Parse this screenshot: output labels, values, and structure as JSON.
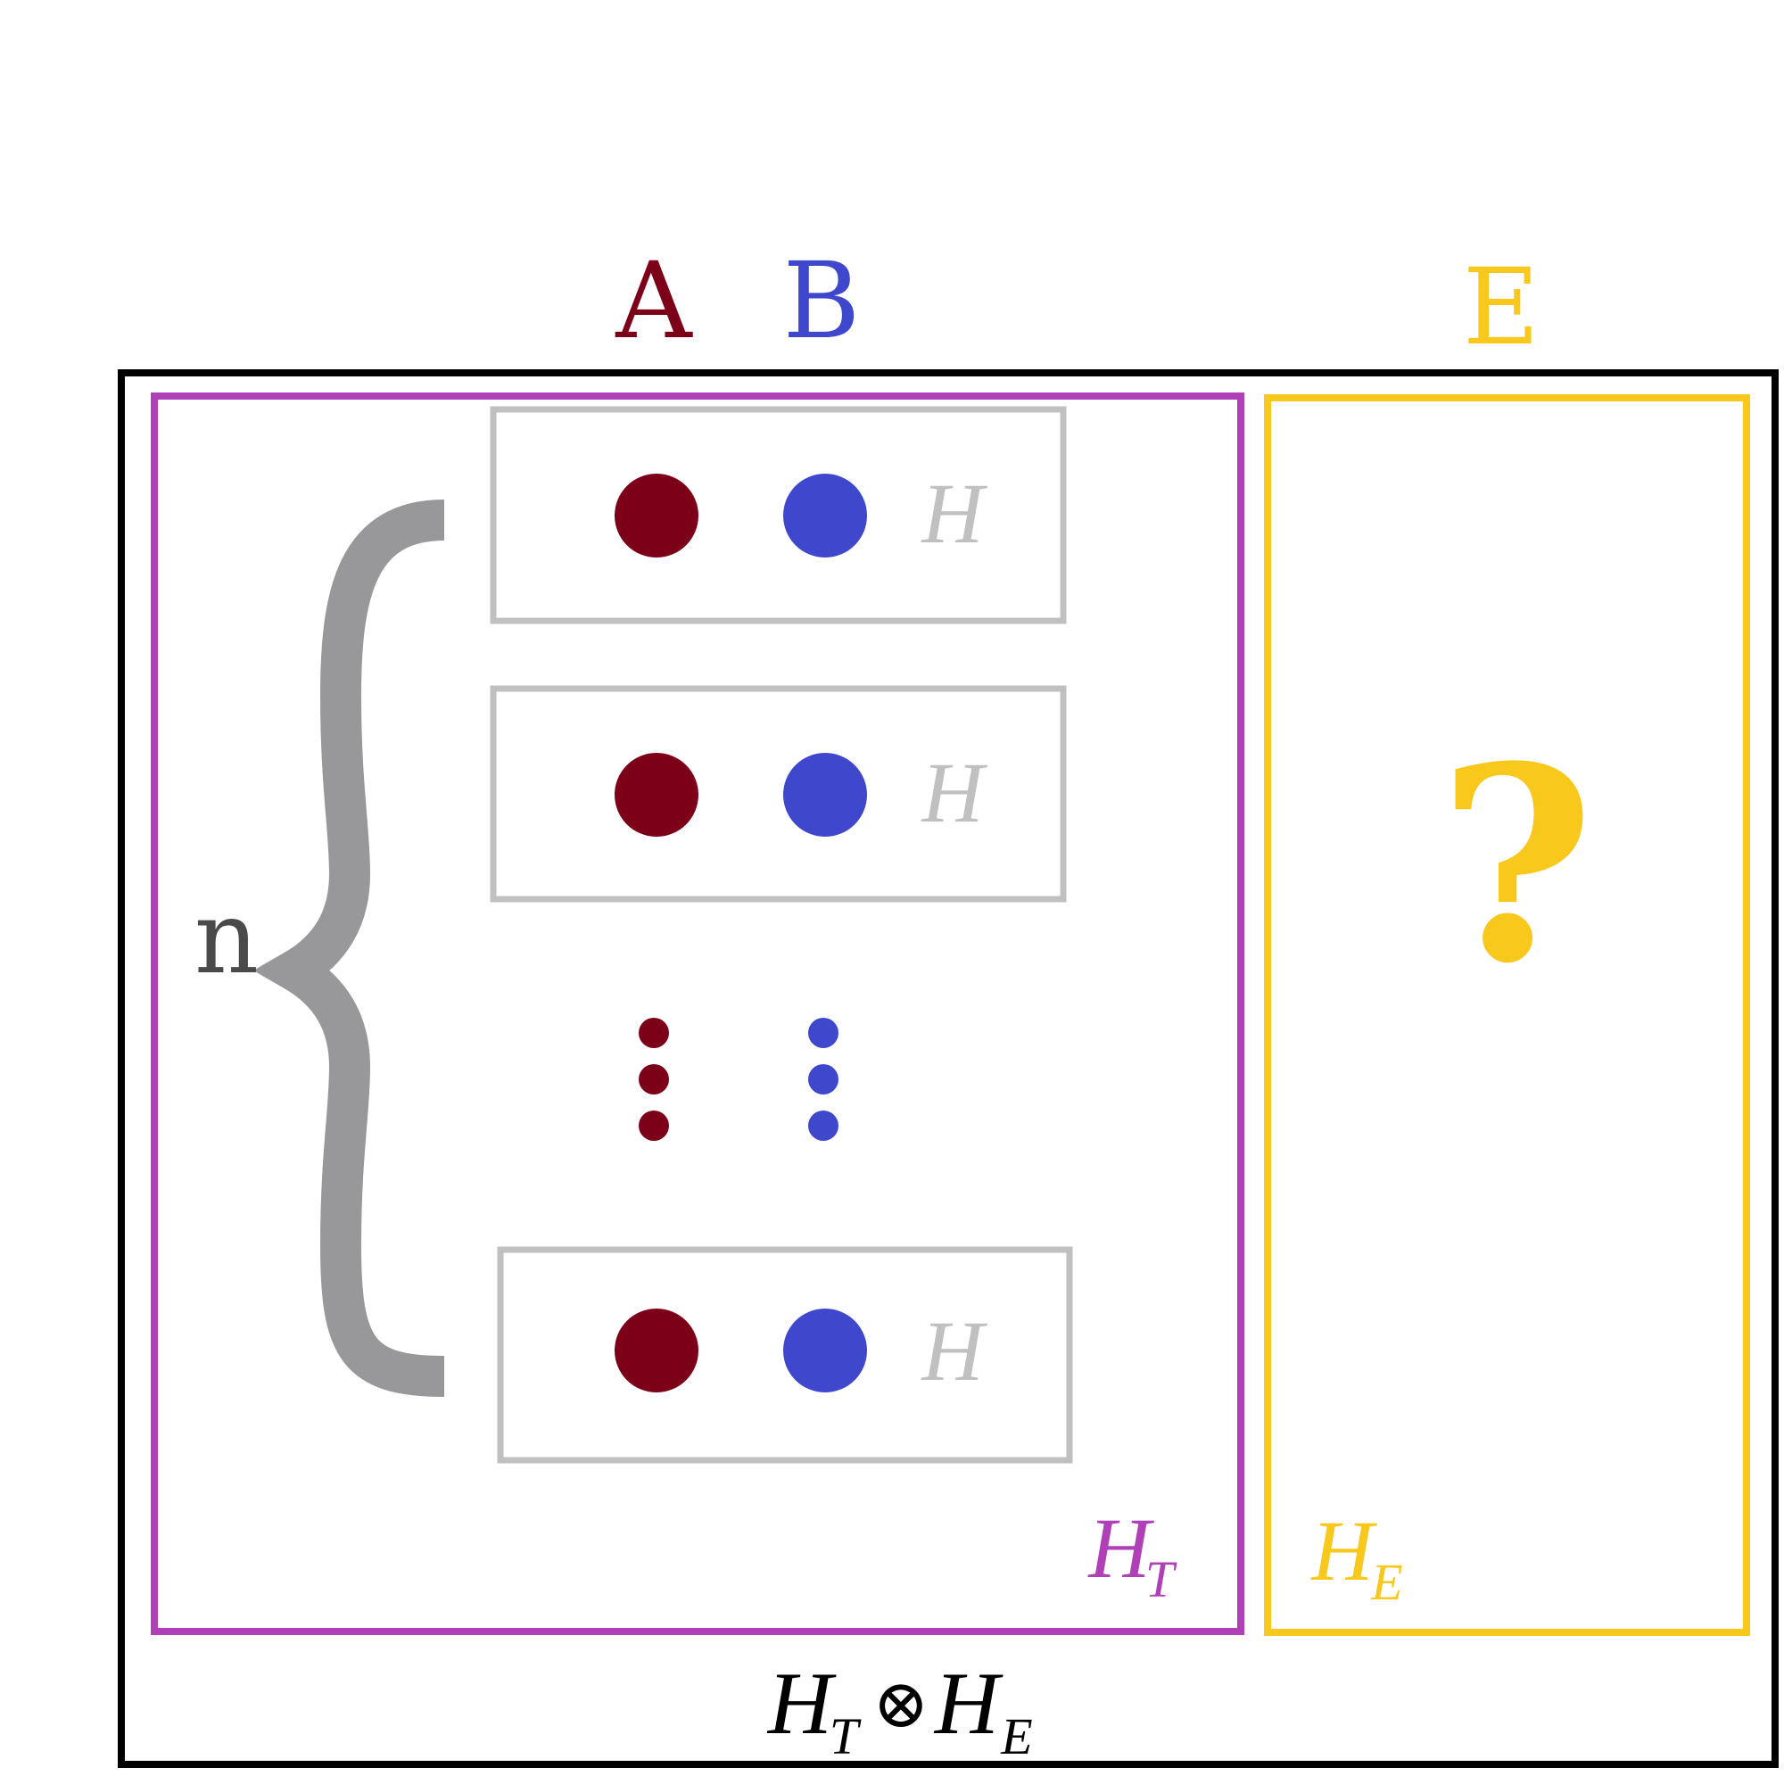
{
  "labels": {
    "party_a": "A",
    "party_b": "B",
    "party_e": "E",
    "n": "n",
    "question": "?",
    "pair_space": "H",
    "ht_main": "H",
    "ht_sub": "T",
    "he_main": "H",
    "he_sub": "E",
    "tensor_left_main": "H",
    "tensor_left_sub": "T",
    "tensor_op": "⊗",
    "tensor_right_main": "H",
    "tensor_right_sub": "E"
  },
  "colors": {
    "a": "#7d0019",
    "b": "#3f48cc",
    "e": "#f8c81c",
    "t": "#b040b8",
    "pair_box": "#c0c0c0",
    "brace": "#98979a",
    "n_text": "#4a4a4a",
    "outer": "#000000"
  },
  "pairs": [
    {
      "label": "H"
    },
    {
      "label": "H"
    },
    {
      "label": "H"
    }
  ]
}
